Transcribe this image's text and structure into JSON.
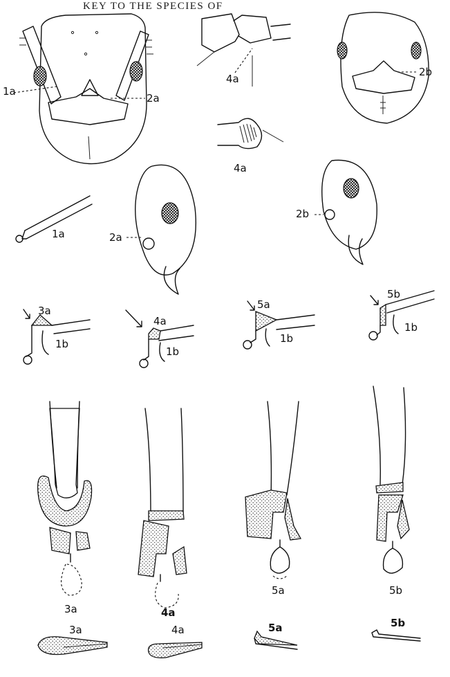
{
  "plate": {
    "caption": "KEY TO THE SPECIES OF",
    "labels": {
      "l_1a_head": "1a",
      "l_2a_head": "2a",
      "l_4a_top": "4a",
      "l_4a_mid": "4a",
      "l_2b_head": "2b",
      "l_1a_scape": "1a",
      "l_2a_side": "2a",
      "l_2b_side": "2b",
      "l_3a_small": "3a",
      "l_1b_3a": "1b",
      "l_4a_small": "4a",
      "l_1b_4a": "1b",
      "l_5a_small": "5a",
      "l_1b_5a": "1b",
      "l_5b_small": "5b",
      "l_1b_5b": "1b",
      "l_3a_big": "3a",
      "l_4a_big": "4a",
      "l_5a_big": "5a",
      "l_5b_big": "5b",
      "l_3a_bottom": "3a",
      "l_4a_bottom": "4a",
      "l_5a_bottom": "5a",
      "l_5b_bottom": "5b"
    }
  }
}
